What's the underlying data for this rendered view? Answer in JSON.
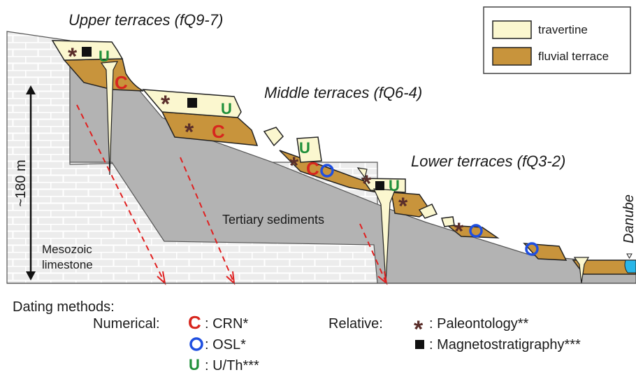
{
  "labels": {
    "upper_terraces": "Upper terraces (fQ9-7)",
    "middle_terraces": "Middle terraces (fQ6-4)",
    "lower_terraces": "Lower terraces (fQ3-2)",
    "danube": "Danube",
    "height": "~180 m",
    "tertiary": "Tertiary sediments",
    "mesozoic_line1": "Mesozoic",
    "mesozoic_line2": "limestone"
  },
  "legend": {
    "travertine": "travertine",
    "fluvial_terrace": "fluvial terrace"
  },
  "methods": {
    "title": "Dating methods:",
    "numerical_label": "Numerical:",
    "relative_label": "Relative:",
    "crn": ": CRN*",
    "osl": ": OSL*",
    "uth": ": U/Th***",
    "paleontology": ": Paleontology**",
    "magnetostratigraphy": ": Magnetostratigraphy***"
  },
  "symbols": {
    "crn": "C",
    "uth": "U",
    "paleontology": "*"
  },
  "colors": {
    "travertine": "#fbf7cf",
    "fluvial": "#c8943c",
    "tertiary": "#b3b3b3",
    "limestone": "#ececec",
    "water": "#29b6e8",
    "crn": "#d7261e",
    "osl": "#1f4fe0",
    "uth": "#1f8f3a",
    "paleontology": "#5a2e2a",
    "fault": "#e02020"
  }
}
